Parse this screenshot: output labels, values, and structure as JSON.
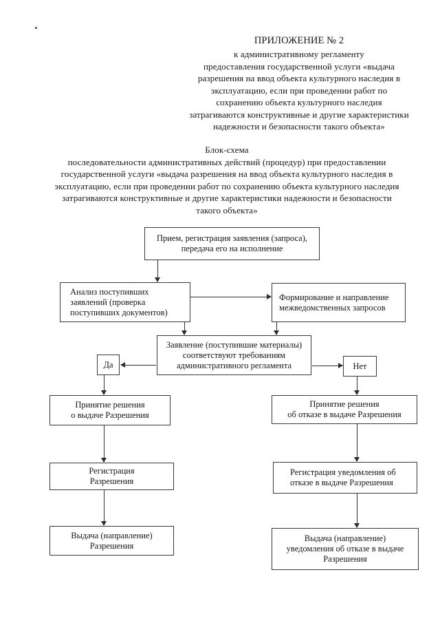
{
  "header": {
    "title": "ПРИЛОЖЕНИЕ № 2",
    "lines": [
      "к административному регламенту",
      "предоставления государственной услуги «выдача",
      "разрешения на ввод объекта культурного наследия в",
      "эксплуатацию, если при проведении работ по",
      "сохранению объекта культурного наследия",
      "затрагиваются конструктивные и другие характеристики",
      "надежности и безопасности такого объекта»"
    ]
  },
  "subtitle": {
    "title": "Блок-схема",
    "lines": [
      "последовательности административных действий (процедур) при предоставлении",
      "государственной услуги «выдача разрешения на ввод объекта культурного наследия в",
      "эксплуатацию, если при проведении работ по сохранению объекта культурного наследия",
      "затрагиваются конструктивные и другие характеристики надежности и безопасности",
      "такого объекта»"
    ]
  },
  "flowchart": {
    "nodes": [
      {
        "id": "receive",
        "label": "Прием, регистрация заявления (запроса),\nпередача его на исполнение"
      },
      {
        "id": "analyze",
        "label": "Анализ поступивших\nзаявлений (проверка\nпоступивших документов)"
      },
      {
        "id": "interagency",
        "label": "Формирование и направление\nмежведомственных запросов"
      },
      {
        "id": "decision",
        "label": "Заявление (поступившие материалы)\nсоответствуют требованиям\nадминистративного регламента"
      },
      {
        "id": "yes",
        "label": "Да"
      },
      {
        "id": "no",
        "label": "Нет"
      },
      {
        "id": "decide-issue",
        "label": "Принятие решения\nо выдаче Разрешения"
      },
      {
        "id": "decide-refuse",
        "label": "Принятие решения\nоб отказе в выдаче Разрешения"
      },
      {
        "id": "register-permit",
        "label": "Регистрация\nРазрешения"
      },
      {
        "id": "register-refusal",
        "label": "Регистрация уведомления об\nотказе в выдаче Разрешения"
      },
      {
        "id": "issue-permit",
        "label": "Выдача (направление)\nРазрешения"
      },
      {
        "id": "issue-refusal",
        "label": "Выдача (направление)\nуведомления об отказе в выдаче\nРазрешения"
      }
    ]
  },
  "colors": {
    "ink": "#161616",
    "box_border": "#383838",
    "background": "#ffffff"
  }
}
